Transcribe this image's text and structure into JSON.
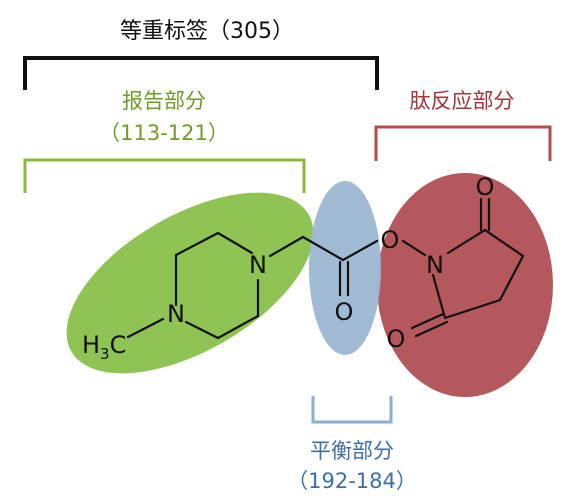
{
  "title": {
    "label": "等重标签（305）"
  },
  "reporter": {
    "label": "报告部分",
    "range": "（113-121）"
  },
  "reactive": {
    "label": "肽反应部分"
  },
  "balance": {
    "label": "平衡部分",
    "range": "（192-184）"
  },
  "atoms": {
    "h3c_h": "H",
    "h3c_sub": "3",
    "h3c_c": "C",
    "n_pip_top": "N",
    "n_pip_bottom": "N",
    "n_succ": "N",
    "o_ester": "O",
    "o_carbonyl": "O",
    "o_succ_top": "O",
    "o_succ_bottom": "O"
  },
  "colors": {
    "reporter": "#8fc454",
    "reactive": "#b5585e",
    "balance": "#9bb6d0",
    "bracket_black": "#111111",
    "bracket_green": "#8db83f",
    "bracket_red": "#b84a4a",
    "bracket_blue": "#8aaed2",
    "text_green": "#6e9e2a",
    "text_red": "#a8343a",
    "text_blue": "#3d6fa8"
  }
}
